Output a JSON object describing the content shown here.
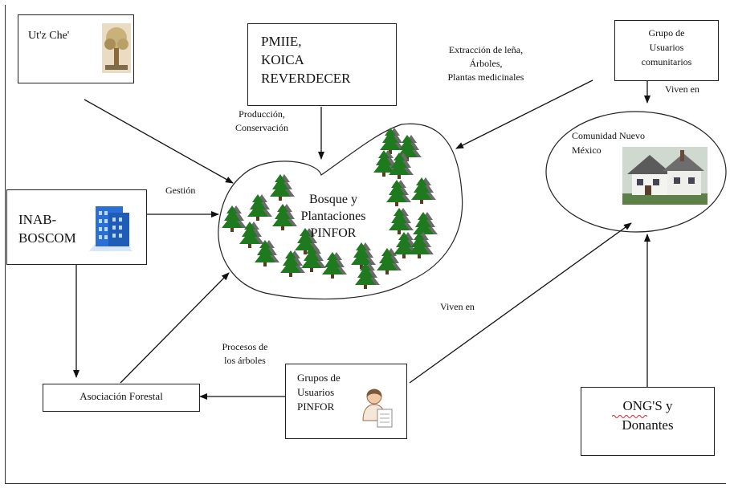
{
  "nodes": {
    "utzche": "Ut'z Che'",
    "pmiie": [
      "PMIIE,",
      "KOICA",
      "REVERDECER"
    ],
    "grupo_usuarios_comunitarios": [
      "Grupo de",
      "Usuarios",
      "comunitarios"
    ],
    "comunidad": [
      "Comunidad Nuevo",
      "México"
    ],
    "inab": [
      "INAB-",
      "BOSCOM"
    ],
    "bosque": [
      "Bosque y",
      "Plantaciones",
      "PINFOR"
    ],
    "asociacion": "Asociación Forestal",
    "grupos_pinfor": [
      "Grupos de",
      "Usuarios",
      "PINFOR"
    ],
    "ongs": [
      "ONG'S y",
      "Donantes"
    ]
  },
  "edge_labels": {
    "produccion": [
      "Producción,",
      "Conservación"
    ],
    "extraccion": [
      "Extracción de leña,",
      "Árboles,",
      "Plantas medicinales"
    ],
    "viven_en_top": "Viven en",
    "gestion": "Gestión",
    "viven_en_mid": "Viven en",
    "procesos": [
      "Procesos de",
      "los árboles"
    ]
  },
  "icons": {
    "utzche": "tree-logo-icon",
    "inab": "building-icon",
    "house": "house-icon",
    "person": "person-icon",
    "trees": "pine-tree-icon"
  },
  "colors": {
    "tree_green": "#1f7a1f",
    "tree_shadow": "#6a6a6a",
    "building_blue": "#2a6fd6"
  }
}
